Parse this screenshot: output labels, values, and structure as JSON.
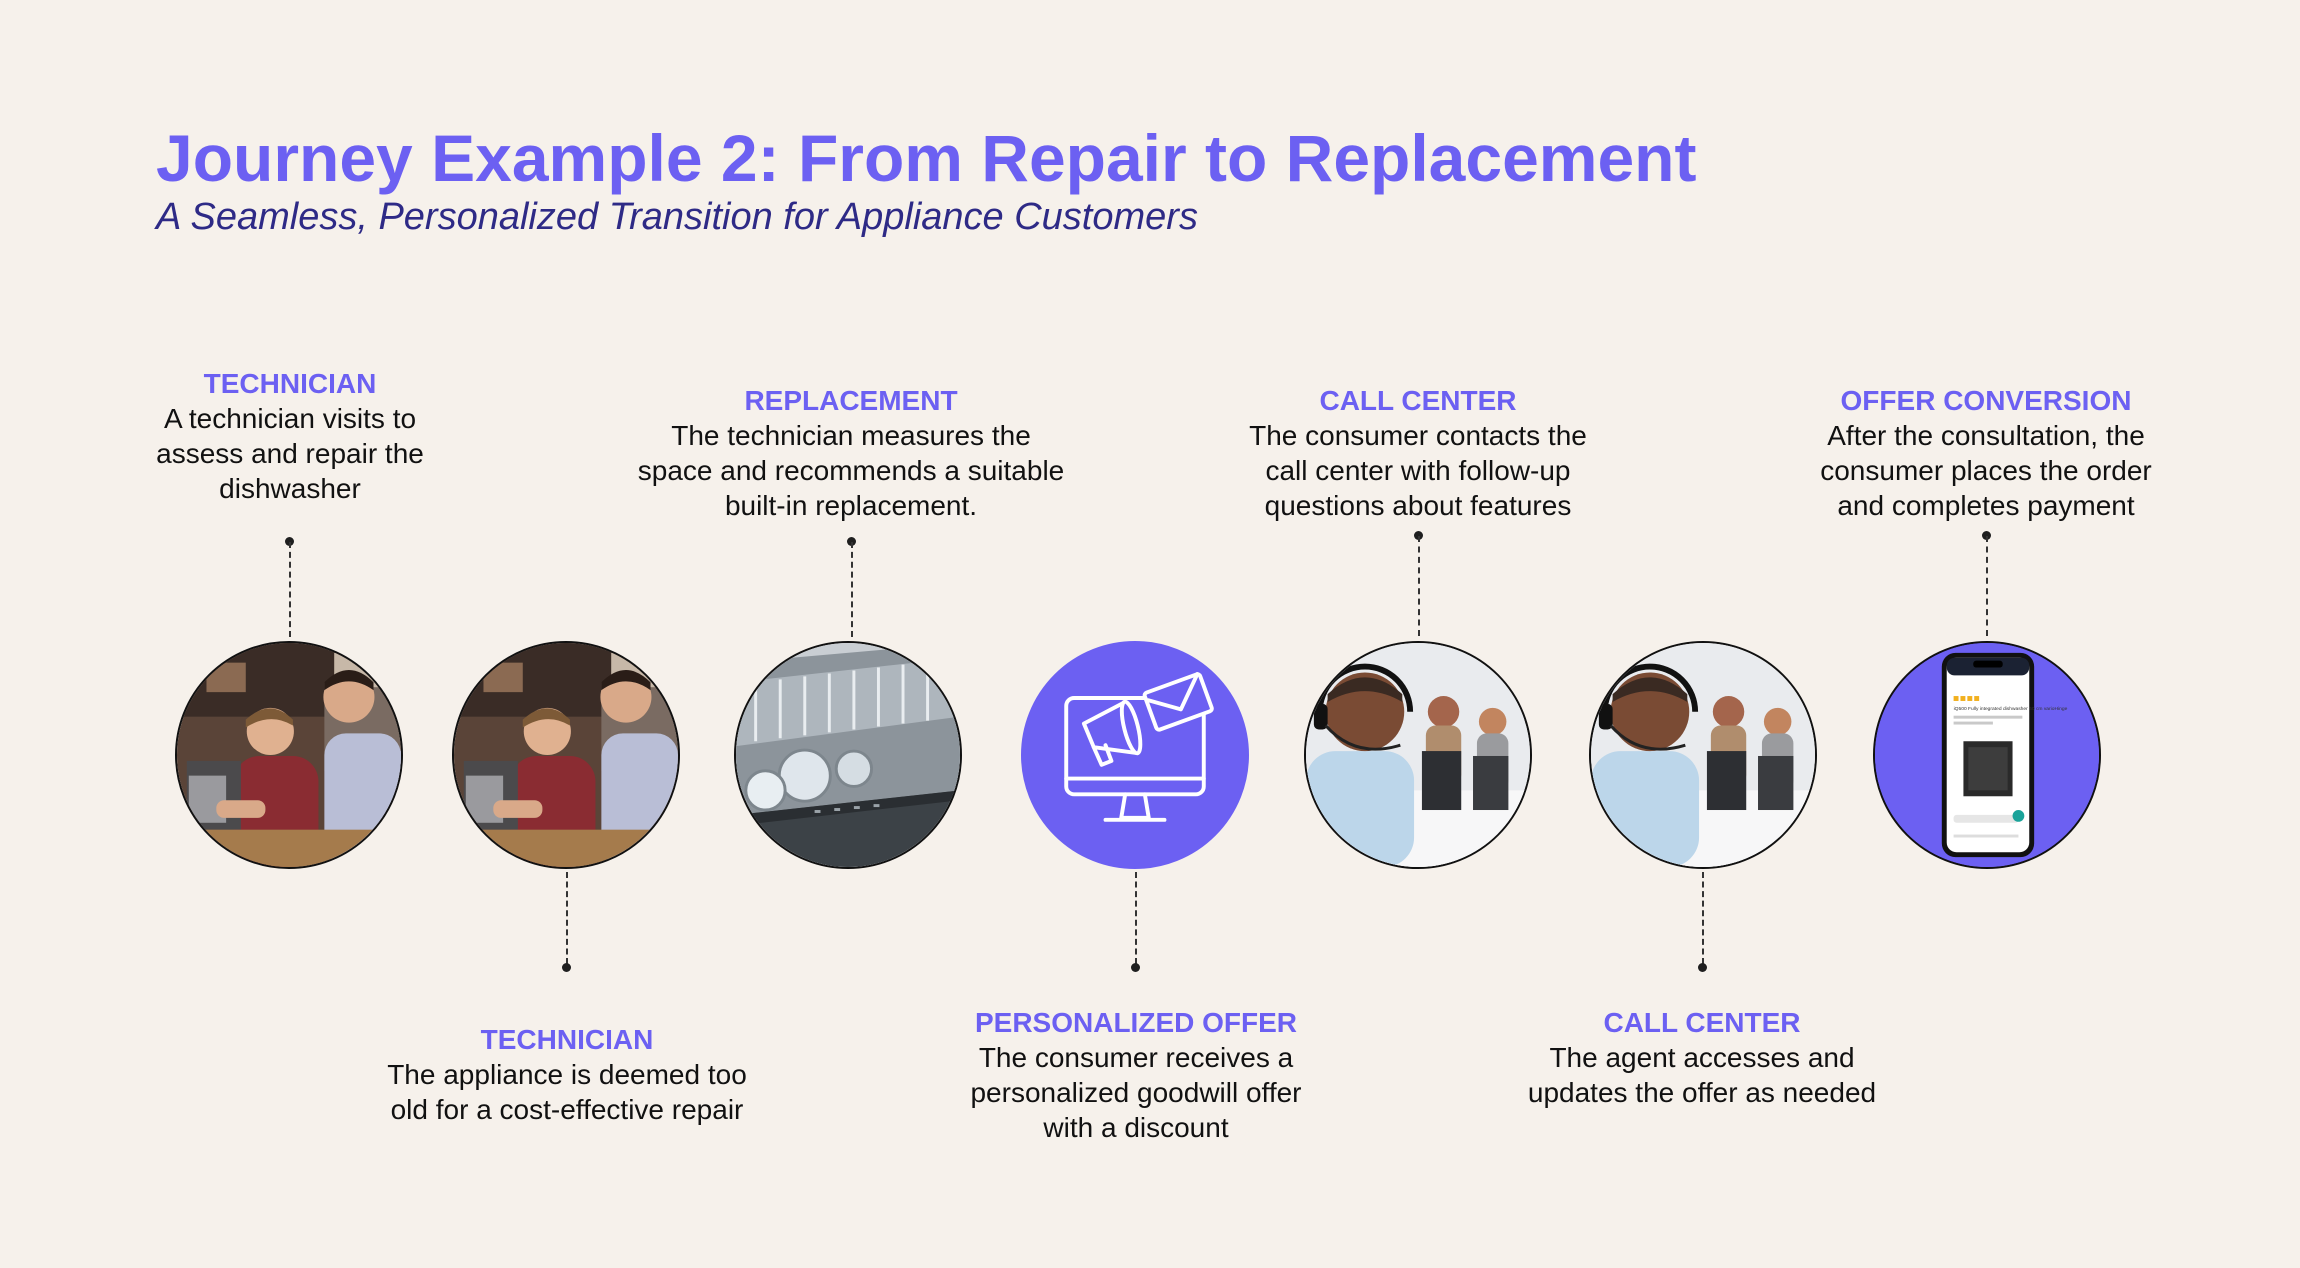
{
  "header": {
    "title_bold": "Journey Example 2:",
    "title_rest": "From Repair to Replacement",
    "subtitle": "A Seamless, Personalized Transition for Appliance Customers"
  },
  "steps": [
    {
      "heading": "TECHNICIAN",
      "text": "A technician visits to\nassess and repair the\ndishwasher",
      "image": "technician-photo"
    },
    {
      "heading": "TECHNICIAN",
      "text": "The appliance is deemed too\nold for a cost-effective repair",
      "image": "technician-photo"
    },
    {
      "heading": "REPLACEMENT",
      "text": "The technician measures the\nspace and recommends a suitable\nbuilt-in replacement.",
      "image": "dishwasher-photo"
    },
    {
      "heading": "PERSONALIZED OFFER",
      "text": "The consumer receives a\npersonalized goodwill offer\nwith a discount",
      "image": "megaphone-monitor-icon"
    },
    {
      "heading": "CALL CENTER",
      "text": "The consumer contacts the\ncall center with follow-up\nquestions about features",
      "image": "call-center-photo"
    },
    {
      "heading": "CALL CENTER",
      "text": "The agent accesses and\nupdates the offer as needed",
      "image": "call-center-photo"
    },
    {
      "heading": "OFFER CONVERSION",
      "text": "After the consultation, the\nconsumer places the order\nand completes payment",
      "image": "smartphone-photo"
    }
  ],
  "phone_screen": {
    "product_text": "iQ500 Fully integrated dishwasher 60 cm varioHinge"
  },
  "colors": {
    "accent": "#6c60f2",
    "subtitle": "#2e2a86",
    "background": "#f6f1eb"
  }
}
